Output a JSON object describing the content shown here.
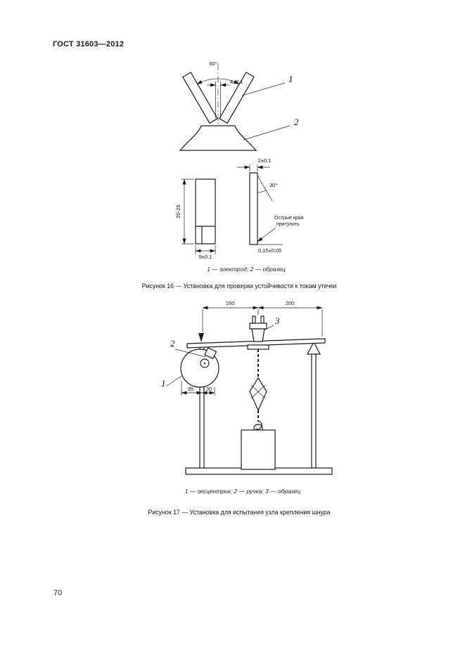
{
  "page": {
    "header": "ГОСТ 31603—2012",
    "page_number": "70"
  },
  "figure16": {
    "dim_angle": "60°",
    "dim_gap": "4±0,1",
    "dim_height": "20-25",
    "dim_width": "5±0,1",
    "dim_thickness": "2±0,1",
    "dim_chamfer": "30°",
    "note_line1": "Острые края",
    "note_line2": "притупить",
    "dim_edge": "0,15±0,05",
    "label_1": "1",
    "label_2": "2",
    "caption": "1 — электрод; 2 — образец",
    "title": "Рисунок 16 — Установка для проверки устойчивости к токам утечки"
  },
  "figure17": {
    "dim_160": "160",
    "dim_200": "200",
    "dim_95": "95",
    "dim_30": "30",
    "label_1": "1",
    "label_2": "2",
    "label_3": "3",
    "caption": "1 — эксцентрик; 2 — ручка; 3 — образец",
    "title": "Рисунок 17 — Установка для испытания узла крепления шнура"
  }
}
